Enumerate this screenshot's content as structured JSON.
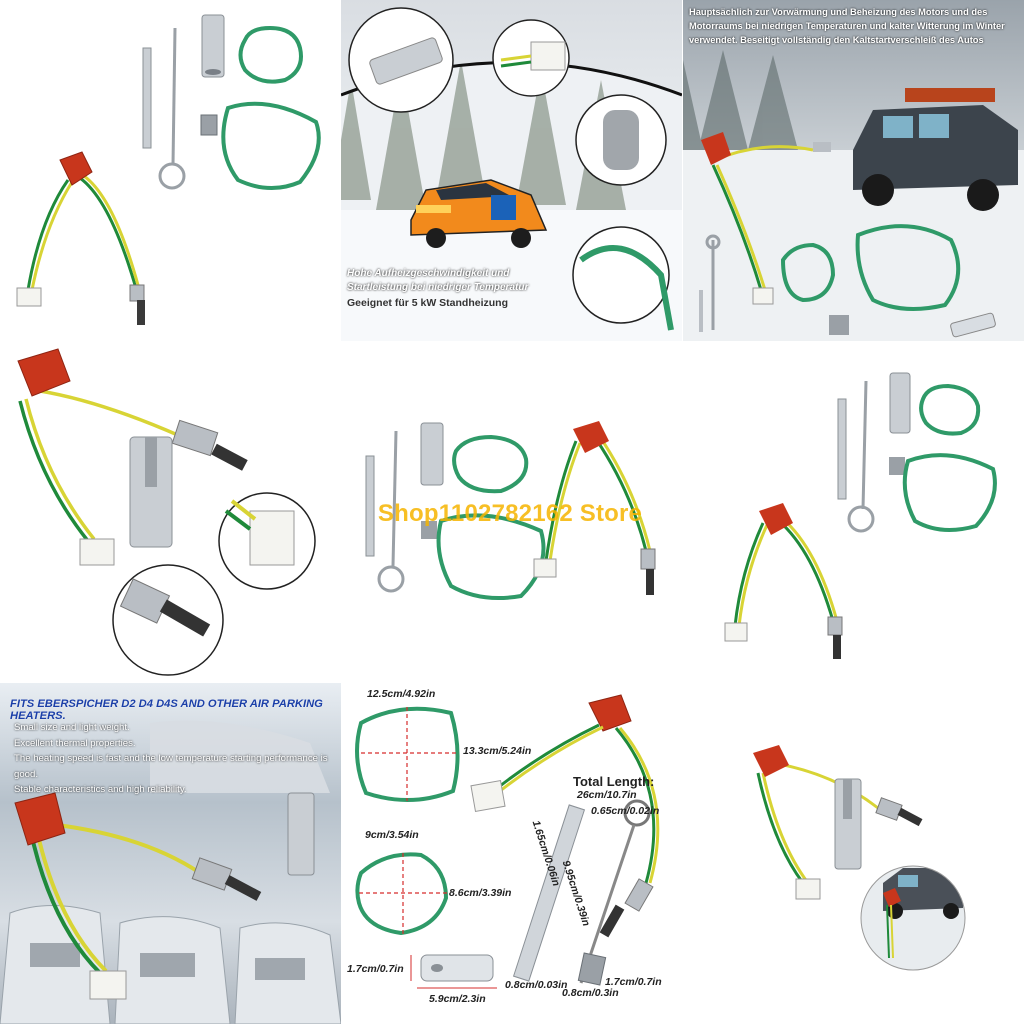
{
  "watermark": "Shop1102782162 Store",
  "tile2": {
    "line1": "Hohe Aufheizgeschwindigkeit und",
    "line2": "Startleistung bei niedriger Temperatur",
    "line3": "Geeignet für 5 kW Standheizung"
  },
  "tile3": {
    "text": "Hauptsächlich zur Vorwärmung und Beheizung des Motors und des Motorraums bei niedrigen Temperaturen und kalter Witterung im Winter verwendet. Beseitigt vollständig den Kaltstartverschleiß des Autos"
  },
  "tile7": {
    "title": "FITS EBERSPICHER D2 D4 D4S AND OTHER AIR PARKING HEATERS.",
    "bullets": [
      "Small size and light weight.",
      "Excellent thermal properties.",
      "The heating speed is fast and the low temperature starting performance is good.",
      "Stable characteristics and high reliability."
    ]
  },
  "tile8": {
    "gasket_large_w": "12.5cm/4.92in",
    "gasket_large_h": "13.3cm/5.24in",
    "gasket_small_w": "9cm/3.54in",
    "gasket_small_h": "8.6cm/3.39in",
    "total_length_label": "Total Length:",
    "total_length_value": "26cm/10.7in",
    "pin_top": "0.65cm/0.02in",
    "pin_a": "1.65cm/0.06in",
    "pin_b": "9.95cm/0.39in",
    "sleeve_h": "1.7cm/0.7in",
    "sleeve_w": "5.9cm/2.3in",
    "rod_d": "0.8cm/0.03in",
    "mesh_d": "0.8cm/0.3in",
    "mesh_h": "1.7cm/0.7in"
  },
  "colors": {
    "cap_red": "#c8361c",
    "wire_yellow": "#d8d435",
    "wire_green": "#1f8a3a",
    "gasket_green": "#2f9a68",
    "metal": "#b9bec4",
    "watermark": "#f6b400"
  }
}
